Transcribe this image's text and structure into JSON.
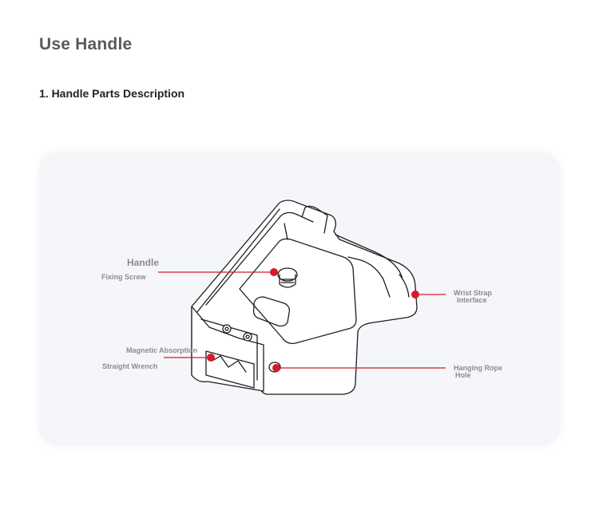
{
  "header": {
    "title": "Use Handle",
    "section": "1. Handle Parts Description"
  },
  "callouts": {
    "handle": "Handle",
    "fixing_screw": "Fixing Screw",
    "magnetic_absorption": "Magnetic Absorption",
    "straight_wrench": "Straight Wrench",
    "wrist_strap_line1": "Wrist Strap",
    "wrist_strap_line2": "Interface",
    "hanging_rope_line1": "Hanging Rope",
    "hanging_rope_line2": "Hole"
  },
  "colors": {
    "accent": "#d7192b",
    "label": "#8c8c8c",
    "title": "#5a5a5a",
    "panel": "#f5f6f9"
  }
}
